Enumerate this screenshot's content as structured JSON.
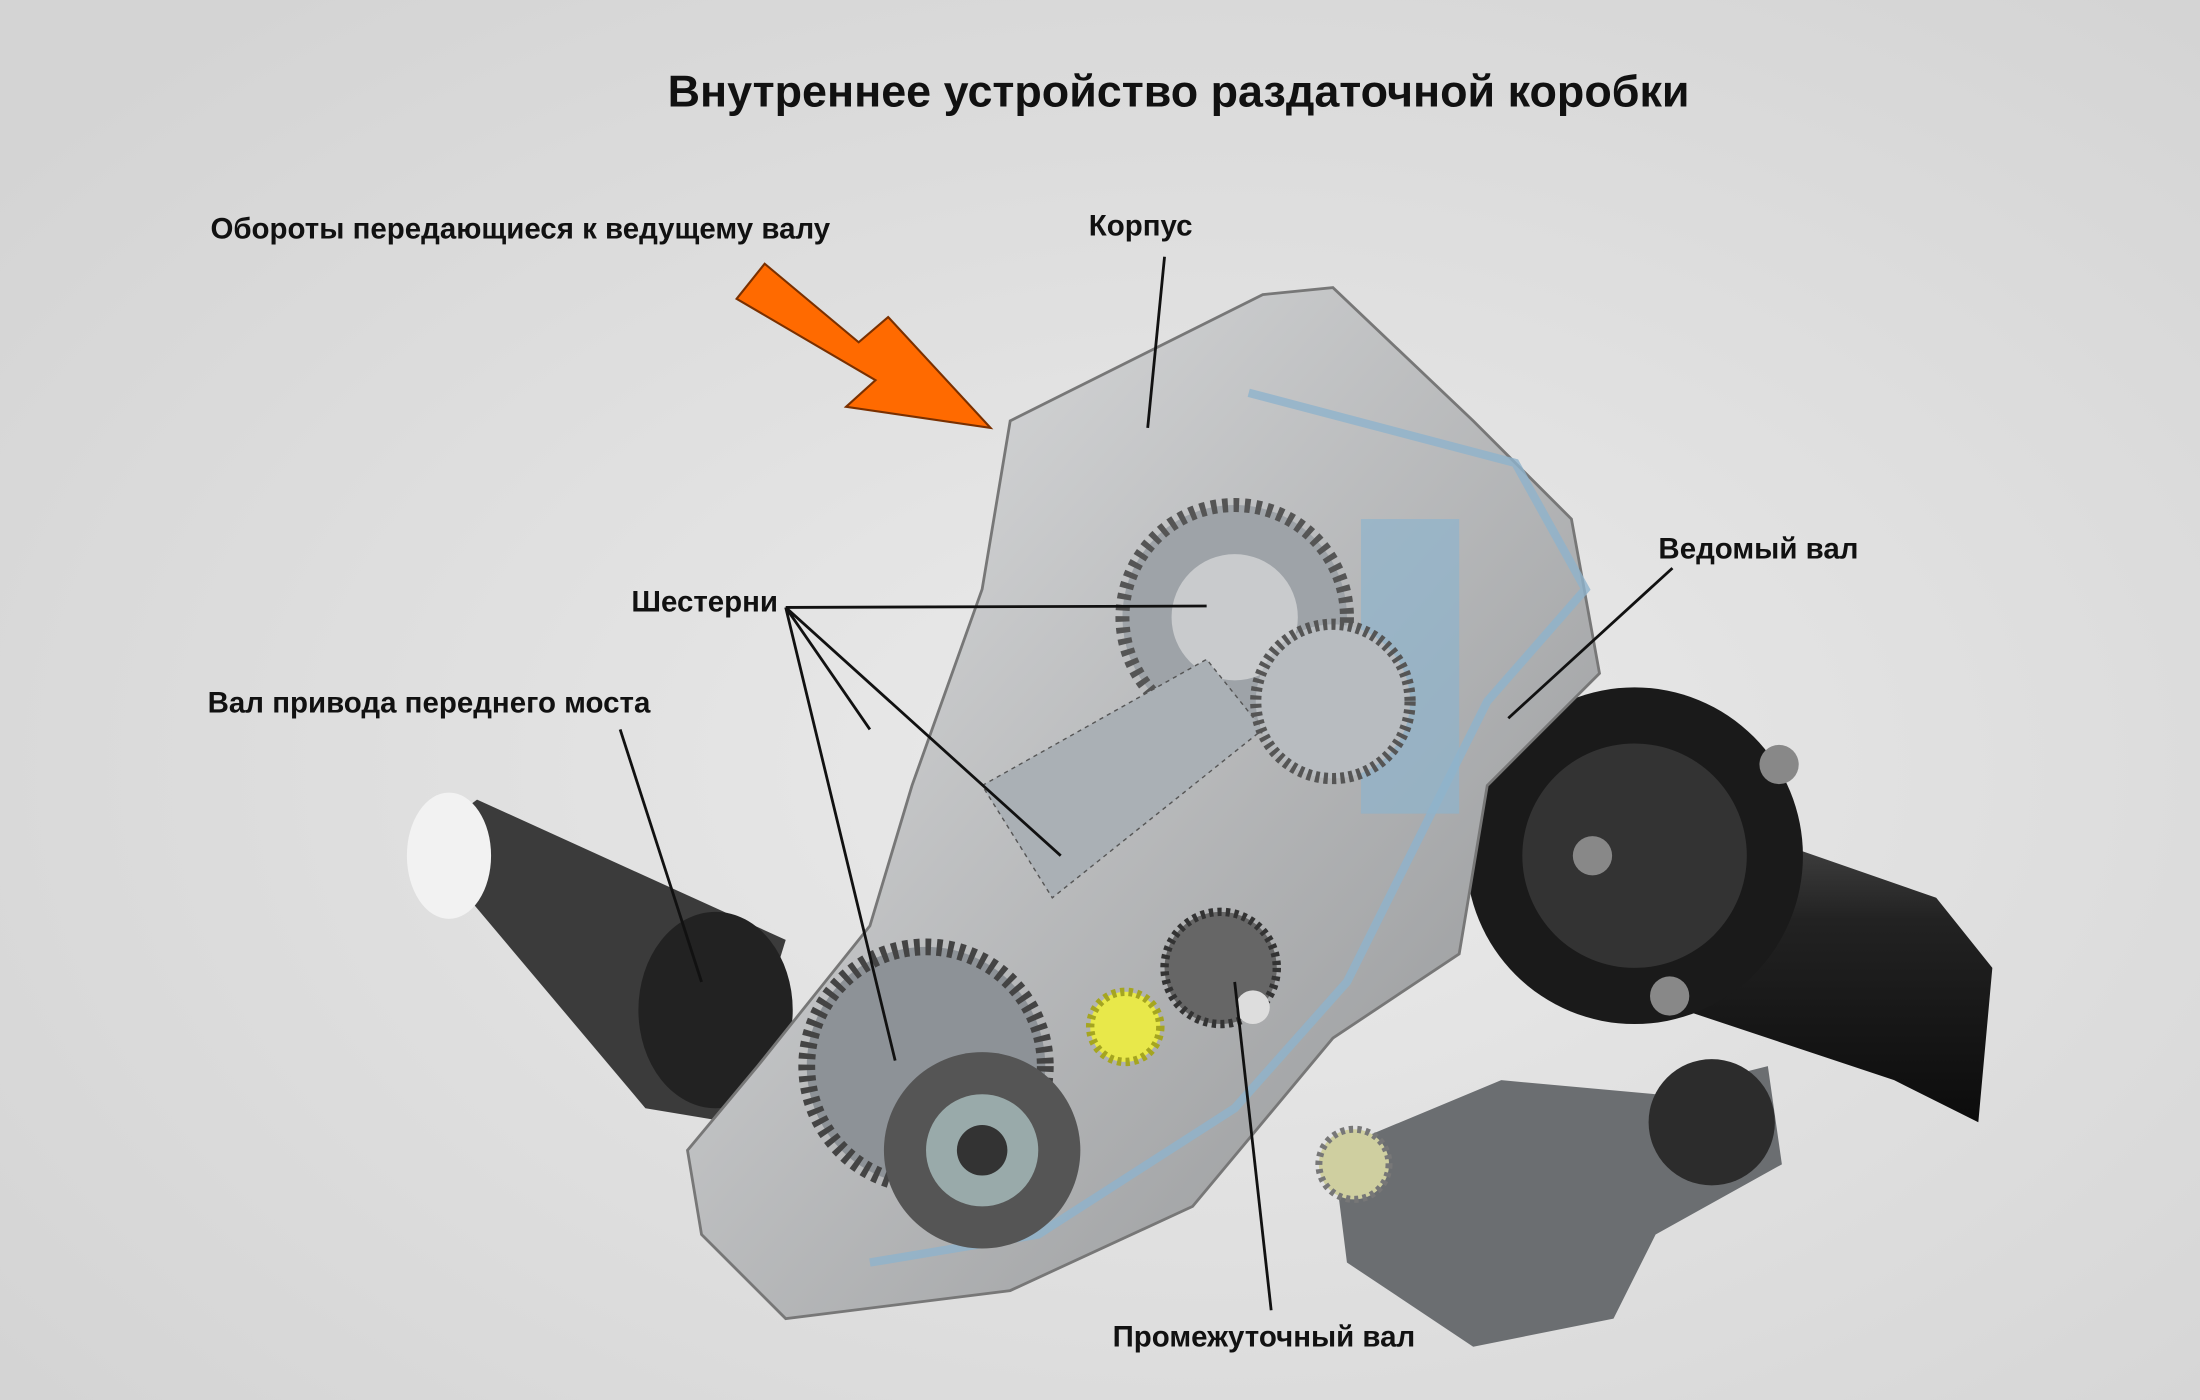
{
  "title": "Внутреннее устройство раздаточной коробки",
  "labels": {
    "input_rotation": "Обороты передающиеся к ведущему валу",
    "housing": "Корпус",
    "driven_shaft": "Ведомый вал",
    "gears": "Шестерни",
    "front_axle_shaft": "Вал привода переднего моста",
    "intermediate_shaft": "Промежуточный вал"
  },
  "colors": {
    "background": "#dcdcdc",
    "arrow": "#ff6a00",
    "housing": "#c4c6c8",
    "shaft": "#1e1e1e",
    "accent_blue": "#8fb3cc",
    "small_gear": "#e8e84a"
  }
}
